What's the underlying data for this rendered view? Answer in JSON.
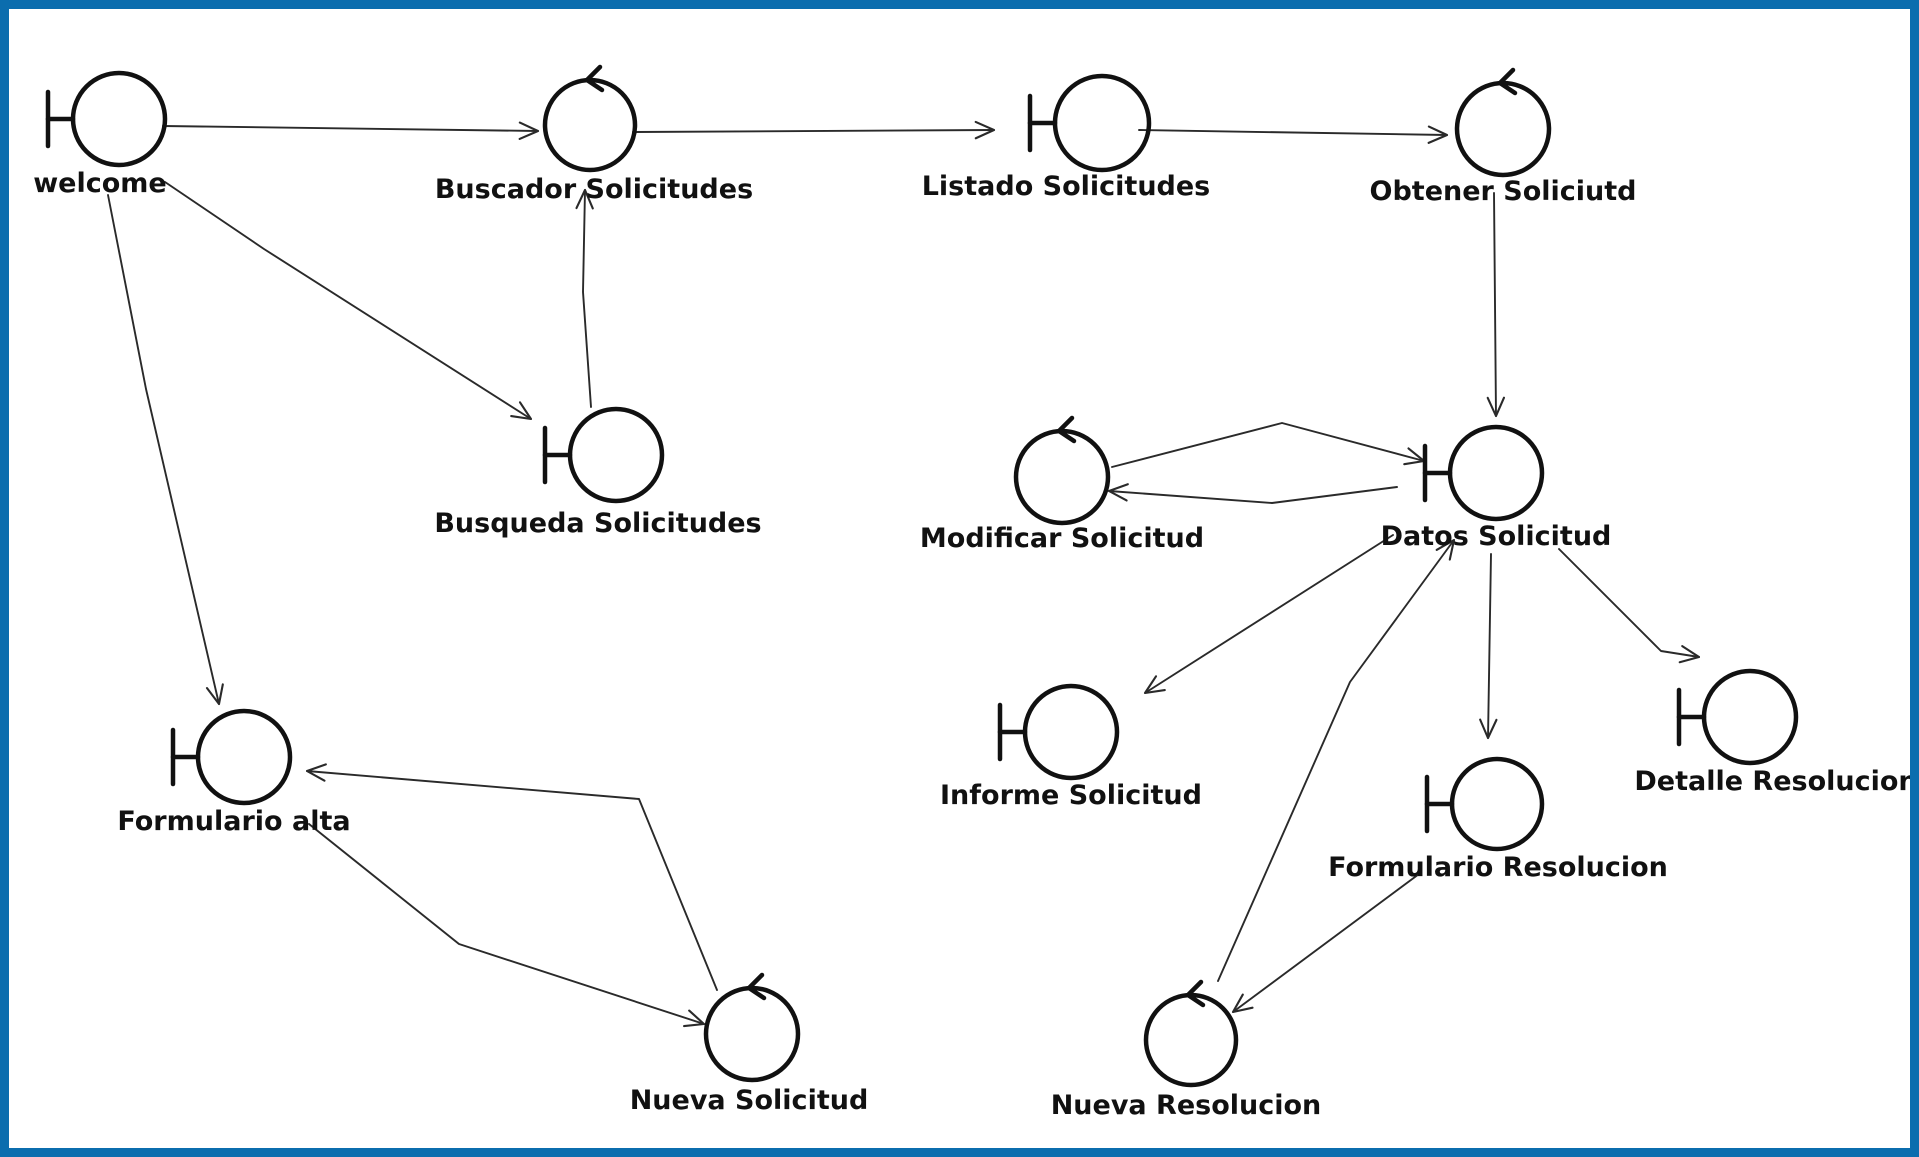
{
  "diagram": {
    "nodes": [
      {
        "id": "welcome",
        "label": "welcome",
        "kind": "boundary"
      },
      {
        "id": "buscador",
        "label": "Buscador Solicitudes",
        "kind": "control"
      },
      {
        "id": "listado",
        "label": "Listado Solicitudes",
        "kind": "boundary"
      },
      {
        "id": "obtener",
        "label": "Obtener Soliciutd",
        "kind": "control"
      },
      {
        "id": "busqueda",
        "label": "Busqueda Solicitudes",
        "kind": "boundary"
      },
      {
        "id": "modificar",
        "label": "Modificar Solicitud",
        "kind": "control"
      },
      {
        "id": "datos",
        "label": "Datos Solicitud",
        "kind": "boundary"
      },
      {
        "id": "formalta",
        "label": "Formulario alta",
        "kind": "boundary"
      },
      {
        "id": "informe",
        "label": "Informe Solicitud",
        "kind": "boundary"
      },
      {
        "id": "detalle",
        "label": "Detalle Resolucion",
        "kind": "boundary"
      },
      {
        "id": "formres",
        "label": "Formulario Resolucion",
        "kind": "boundary"
      },
      {
        "id": "nuevasol",
        "label": "Nueva Solicitud",
        "kind": "control"
      },
      {
        "id": "nuevares",
        "label": "Nueva Resolucion",
        "kind": "control"
      }
    ],
    "edges": [
      {
        "from": "welcome",
        "to": "buscador"
      },
      {
        "from": "welcome",
        "to": "busqueda"
      },
      {
        "from": "welcome",
        "to": "formalta"
      },
      {
        "from": "busqueda",
        "to": "buscador"
      },
      {
        "from": "buscador",
        "to": "listado"
      },
      {
        "from": "listado",
        "to": "obtener"
      },
      {
        "from": "obtener",
        "to": "datos"
      },
      {
        "from": "modificar",
        "to": "datos"
      },
      {
        "from": "datos",
        "to": "modificar"
      },
      {
        "from": "datos",
        "to": "informe"
      },
      {
        "from": "datos",
        "to": "formres"
      },
      {
        "from": "datos",
        "to": "detalle"
      },
      {
        "from": "formres",
        "to": "nuevares"
      },
      {
        "from": "nuevares",
        "to": "datos"
      },
      {
        "from": "formalta",
        "to": "nuevasol"
      },
      {
        "from": "nuevasol",
        "to": "formalta"
      }
    ]
  }
}
